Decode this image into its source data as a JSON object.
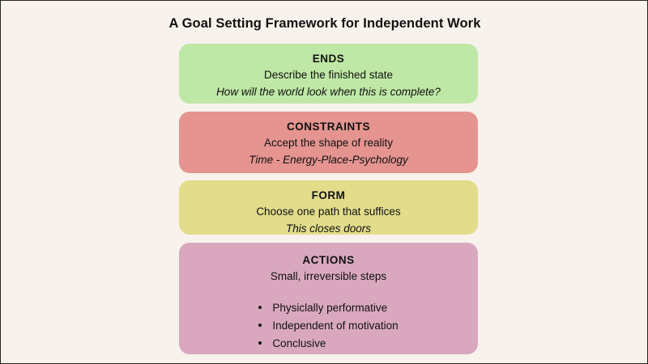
{
  "page": {
    "title": "A Goal Setting Framework for Independent Work",
    "background_color": "#F7F2EC",
    "border_color": "#2A2520",
    "text_color": "#111111"
  },
  "framework": {
    "cards": [
      {
        "id": "ends",
        "title": "ENDS",
        "subtitle": "Describe the finished state",
        "note": "How will the world look when this is complete?",
        "color": "#BFE8A6"
      },
      {
        "id": "constraints",
        "title": "CONSTRAINTS",
        "subtitle": "Accept the shape of reality",
        "note": "Time - Energy-Place-Psychology",
        "color": "#E59490"
      },
      {
        "id": "form",
        "title": "FORM",
        "subtitle": "Choose one path that suffices",
        "note": "This closes doors",
        "color": "#E2DC8B"
      },
      {
        "id": "actions",
        "title": "ACTIONS",
        "subtitle": "Small, irreversible steps",
        "note": "",
        "color": "#D9A8BF",
        "bullets": [
          "Physiclally performative",
          "Independent of motivation",
          "Conclusive"
        ]
      }
    ]
  }
}
